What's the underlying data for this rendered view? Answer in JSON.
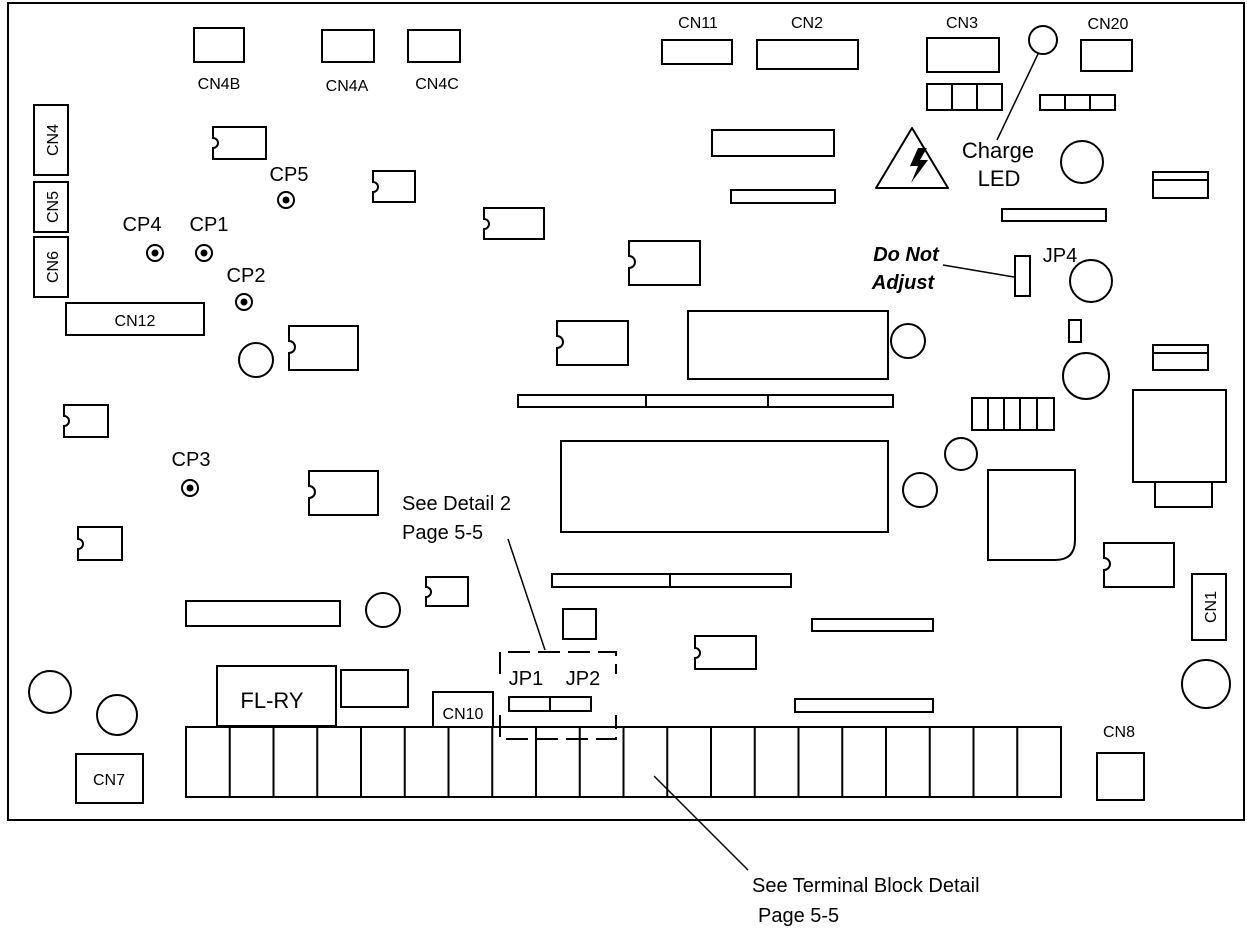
{
  "connectors": {
    "cn4b": "CN4B",
    "cn4a": "CN4A",
    "cn4c": "CN4C",
    "cn11": "CN11",
    "cn2": "CN2",
    "cn3": "CN3",
    "cn20": "CN20",
    "cn4": "CN4",
    "cn5": "CN5",
    "cn6": "CN6",
    "cn12": "CN12",
    "cn1": "CN1",
    "cn8": "CN8",
    "cn7": "CN7",
    "cn10": "CN10",
    "fl_ry": "FL-RY"
  },
  "test_points": {
    "cp1": "CP1",
    "cp2": "CP2",
    "cp3": "CP3",
    "cp4": "CP4",
    "cp5": "CP5"
  },
  "jumpers": {
    "jp1": "JP1",
    "jp2": "JP2",
    "jp4": "JP4"
  },
  "callouts": {
    "charge_led_line1": "Charge",
    "charge_led_line2": "LED",
    "do_not_adjust_line1": "Do Not",
    "do_not_adjust_line2": "Adjust",
    "detail2_line1": "See Detail 2",
    "detail2_line2": "Page 5-5",
    "terminal_line1": "See Terminal  Block Detail",
    "terminal_line2": "Page 5-5"
  },
  "terminal_block": {
    "terminal_count": 20
  }
}
